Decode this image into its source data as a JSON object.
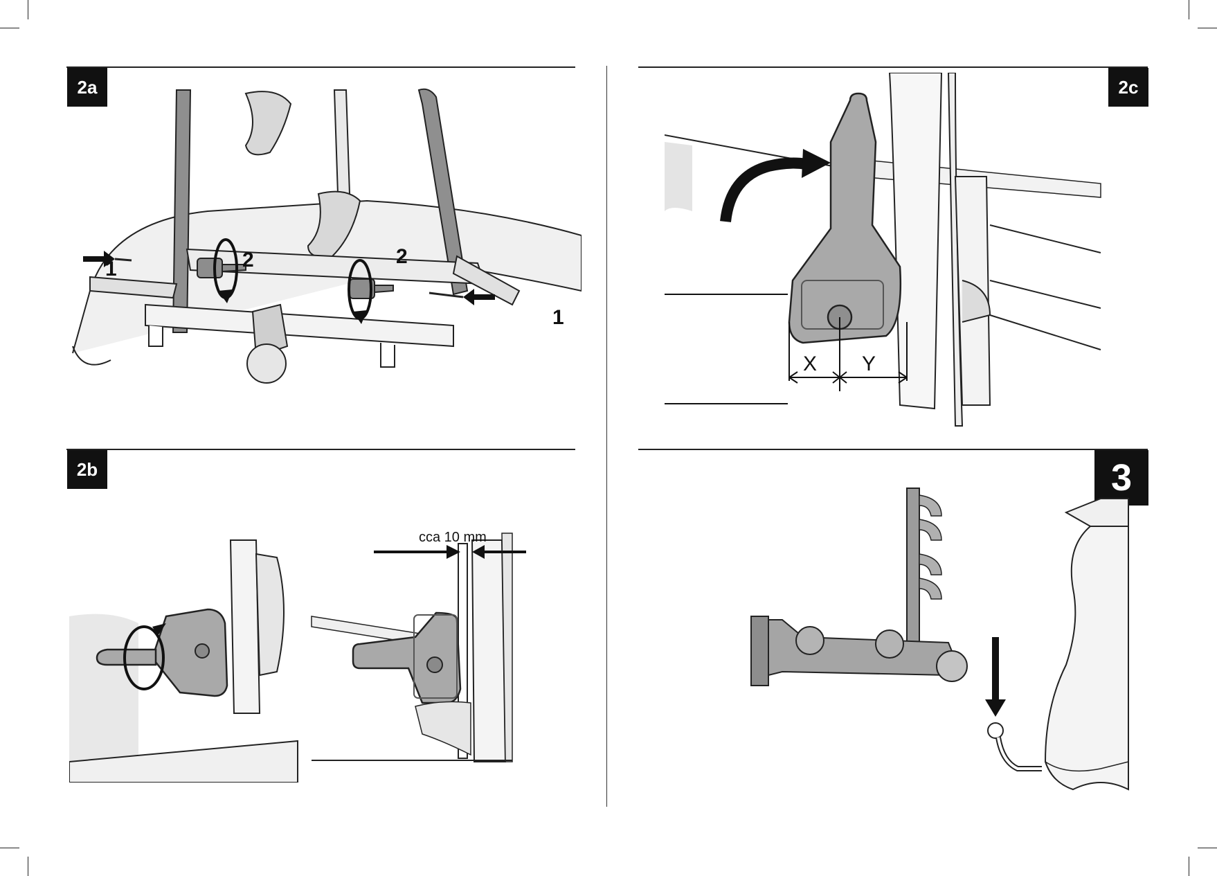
{
  "page": {
    "background": "#ffffff",
    "ink": "#111111",
    "part_fill": "#a9a9a9",
    "shade_fill": "#e4e4e4"
  },
  "figures": {
    "fig_2a": {
      "badge": "2a",
      "callouts": [
        "1",
        "2",
        "2",
        "1"
      ]
    },
    "fig_2b": {
      "badge": "2b",
      "dimension_label": "cca 10 mm"
    },
    "fig_2c": {
      "badge": "2c",
      "dimension_labels": [
        "X",
        "Y"
      ]
    },
    "fig_3": {
      "badge": "3"
    }
  },
  "icons": [
    "curved-arrow-icon",
    "rotate-arrow-icon",
    "straight-arrow-icon",
    "key-icon"
  ]
}
